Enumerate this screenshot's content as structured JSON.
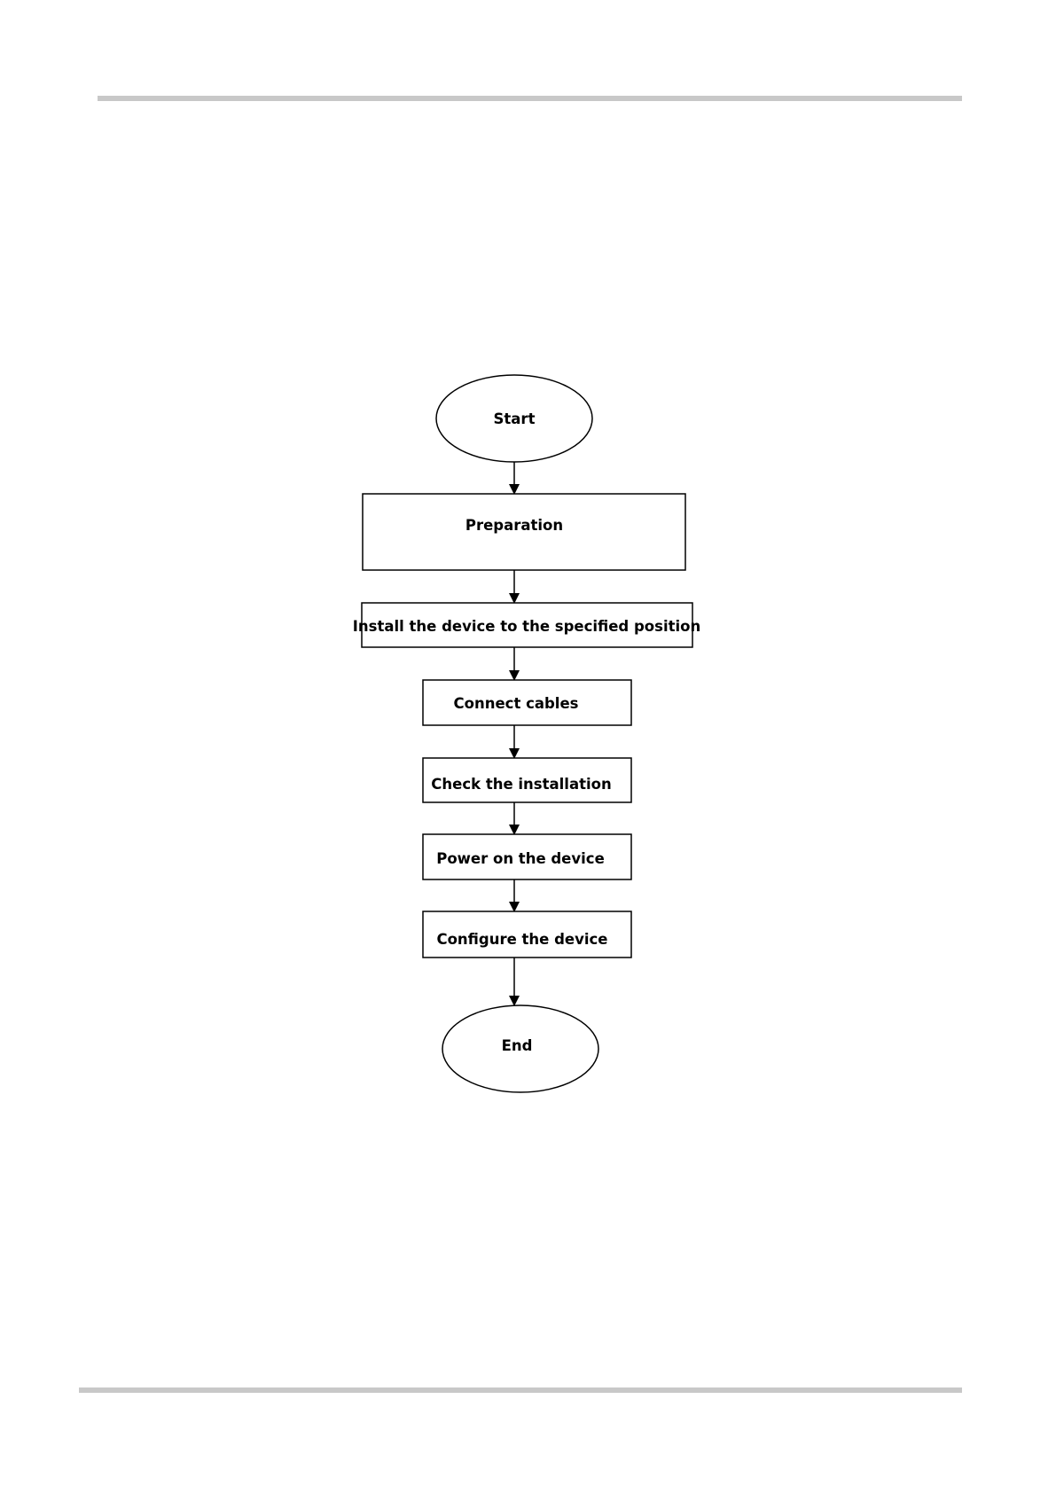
{
  "flowchart": {
    "nodes": [
      {
        "id": "start",
        "shape": "ellipse",
        "label": "Start"
      },
      {
        "id": "preparation",
        "shape": "rect",
        "label": "Preparation"
      },
      {
        "id": "install",
        "shape": "rect",
        "label": "Install the device to the specified position"
      },
      {
        "id": "connect",
        "shape": "rect",
        "label": "Connect cables"
      },
      {
        "id": "check",
        "shape": "rect",
        "label": "Check the installation"
      },
      {
        "id": "power",
        "shape": "rect",
        "label": "Power on the device"
      },
      {
        "id": "configure",
        "shape": "rect",
        "label": "Configure the device"
      },
      {
        "id": "end",
        "shape": "ellipse",
        "label": "End"
      }
    ],
    "edges": [
      {
        "from": "start",
        "to": "preparation"
      },
      {
        "from": "preparation",
        "to": "install"
      },
      {
        "from": "install",
        "to": "connect"
      },
      {
        "from": "connect",
        "to": "check"
      },
      {
        "from": "check",
        "to": "power"
      },
      {
        "from": "power",
        "to": "configure"
      },
      {
        "from": "configure",
        "to": "end"
      }
    ]
  }
}
